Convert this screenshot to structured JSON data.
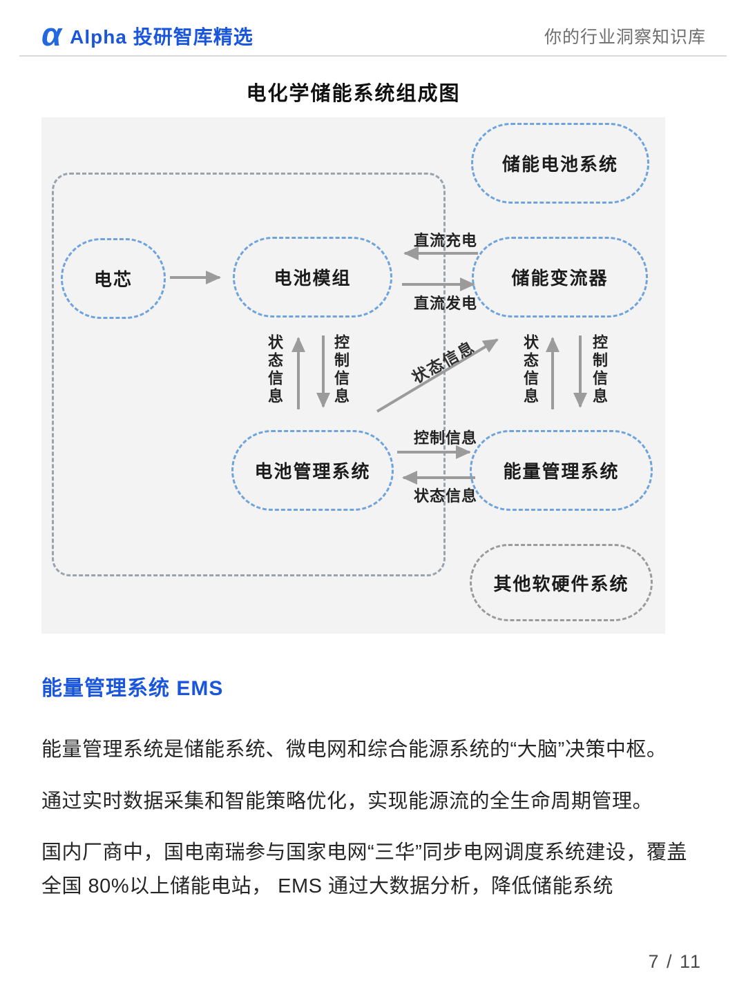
{
  "header": {
    "logo": "α",
    "brand": "Alpha 投研智库精选",
    "tagline": "你的行业洞察知识库"
  },
  "diagram": {
    "title": "电化学储能系统组成图",
    "nodes": {
      "battery_system": "储能电池系统",
      "cell": "电芯",
      "module": "电池模组",
      "pcs": "储能变流器",
      "bms": "电池管理系统",
      "ems": "能量管理系统",
      "other": "其他软硬件系统"
    },
    "labels": {
      "dc_charge": "直流充电",
      "dc_discharge": "直流发电",
      "status": "状态信息",
      "control": "控制信息"
    }
  },
  "article": {
    "heading": "能量管理系统 EMS",
    "paragraphs": [
      "能量管理系统是储能系统、微电网和综合能源系统的“大脑”决策中枢。",
      "通过实时数据采集和智能策略优化，实现能源流的全生命周期管理。",
      "国内厂商中，国电南瑞参与国家电网“三华”同步电网调度系统建设，覆盖全国 80%以上储能电站， EMS 通过大数据分析，降低储能系统"
    ]
  },
  "footer": {
    "page_indicator": "7 / 11"
  }
}
